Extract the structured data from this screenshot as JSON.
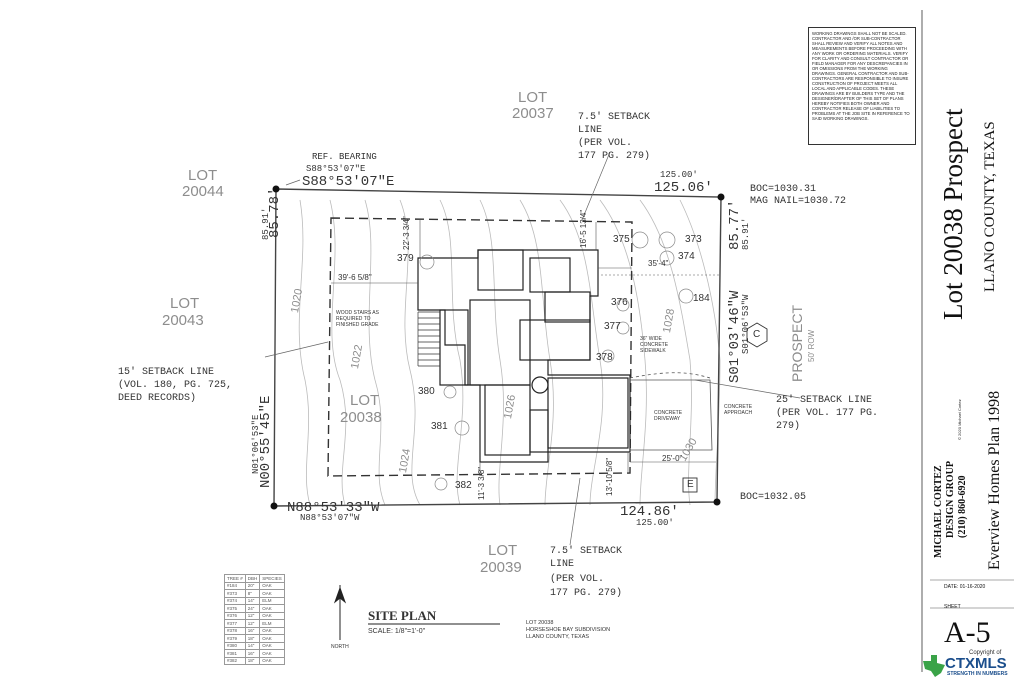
{
  "lots": {
    "north": {
      "label": "LOT",
      "number": "20037"
    },
    "west_upper": {
      "label": "LOT",
      "number": "20044"
    },
    "west_lower": {
      "label": "LOT",
      "number": "20043"
    },
    "subject": {
      "label": "LOT",
      "number": "20038"
    },
    "south": {
      "label": "LOT",
      "number": "20039"
    }
  },
  "bearings": {
    "ref_bearing_title": "REF. BEARING",
    "ref_bearing_value": "S88°53'07\"E",
    "north_line": "S88°53'07\"E",
    "north_dist": "125.06'",
    "north_dist_record": "125.00'",
    "west_dist": "85.78'",
    "west_dist_record": "85.91'",
    "west_line": "N00°55'45\"E",
    "west_line_record": "N01°06'53\"E",
    "south_line": "N88°53'33\"W",
    "south_line_record": "N88°53'07\"W",
    "south_dist": "124.86'",
    "south_dist_record": "125.00'",
    "east_line": "S01°03'46\"W",
    "east_line_record": "S01°06'53\"W",
    "east_dist": "85.77'",
    "east_dist_record": "85.91'"
  },
  "boc": {
    "ne_boc": "BOC=1030.31",
    "ne_mag": "MAG NAIL=1030.72",
    "se_boc": "BOC=1032.05"
  },
  "setbacks": {
    "north_l1": "7.5' SETBACK",
    "north_l2": "LINE",
    "north_l3": "(PER VOL.",
    "north_l4": "177 PG. 279)",
    "west_l1": "15' SETBACK LINE",
    "west_l2": "(VOL. 180, PG. 725,",
    "west_l3": "DEED RECORDS)",
    "east_l1": "25' SETBACK LINE",
    "east_l2": "(PER VOL. 177 PG.",
    "east_l3": "279)",
    "south_l1": "7.5' SETBACK",
    "south_l2": "LINE",
    "south_l3": "(PER VOL.",
    "south_l4": "177 PG. 279)"
  },
  "street": {
    "name": "PROSPECT",
    "row": "50' ROW"
  },
  "dims": {
    "d1": "39'-6 5/8\"",
    "d2": "22'-3 3/4\"",
    "d3": "16'-5 13/4\"",
    "d4": "35'-4\"",
    "d5": "25'-0\"",
    "d6": "11'-3 3/8\"",
    "d7": "13'-10 5/8\""
  },
  "tree_tags": [
    "379",
    "375",
    "373",
    "374",
    "376",
    "184",
    "377",
    "378",
    "380",
    "381",
    "382"
  ],
  "contours": [
    "1020",
    "1022",
    "1024",
    "1026",
    "1028",
    "1030"
  ],
  "plan_notes": {
    "wood_stairs": "WOOD STAIRS AS REQUIRED TO FINISHED GRADE",
    "sidewalk": "36\" WIDE CONCRETE SIDEWALK",
    "driveway": "CONCRETE DRIVEWAY",
    "approach": "CONCRETE APPROACH",
    "e_marker": "E",
    "c_marker": "C"
  },
  "title_block": {
    "title": "SITE PLAN",
    "scale": "SCALE: 1/8\"=1'-0\"",
    "north": "NORTH",
    "lot_note_1": "LOT 20038",
    "lot_note_2": "HORSESHOE BAY SUBDIVISION",
    "lot_note_3": "LLANO COUNTY, TEXAS"
  },
  "tree_table": {
    "headers": [
      "TREE #",
      "DBH",
      "SPECIES"
    ],
    "rows": [
      [
        "#184",
        "20\"",
        "OAK"
      ],
      [
        "#373",
        "8\"",
        "OAK"
      ],
      [
        "#374",
        "14\"",
        "ELM"
      ],
      [
        "#375",
        "24\"",
        "OAK"
      ],
      [
        "#376",
        "12\"",
        "OAK"
      ],
      [
        "#377",
        "12\"",
        "ELM"
      ],
      [
        "#378",
        "16\"",
        "OAK"
      ],
      [
        "#379",
        "18\"",
        "OAK"
      ],
      [
        "#380",
        "14\"",
        "OAK"
      ],
      [
        "#381",
        "16\"",
        "OAK"
      ],
      [
        "#382",
        "18\"",
        "OAK"
      ]
    ]
  },
  "right_panel": {
    "disclaimer": "WORKING DRAWINGS SHALL NOT BE SCALED. CONTRACTOR AND /OR SUB-CONTRACTOR SHALL REVIEW AND VERIFY ALL NOTES AND MEASUREMENTS BEFORE PROCEEDING WITH ANY WORK OR ORDERING MATERIALS. VERIFY FOR CLARITY AND CONSULT CONTRACTOR OR FIELD MANAGER FOR ANY DESCREPANCIES IN OR OMISSIONS FROM THE WORKING DRAWINGS. GENERAL CONTRACTOR AND SUB-CONTRACTORS ARE RESPONSIBLE TO INSURE CONSTRUCTION OF PROJECT MEETS ALL LOCAL AND APPLICABLE CODES. THESE DRAWINGS ARE BY BUILDERS TYPE AND THE DESIGNER/DRAFTER OF THIS SET OF PLANS HEREBY NOTIFIES BOTH OWNER AND CONTRACTOR RELEASE OF LIABILITIES TO PROBLEMS AT THE JOB SITE IN REFERENCE TO SAID WORKING DRAWINGS.",
    "project_title": "Lot 20038 Prospect",
    "county": "LLANO COUNTY, TEXAS",
    "plan_name": "Everview Homes Plan 1998",
    "designer_1": "MICHAEL CORTEZ",
    "designer_2": "DESIGN GROUP",
    "phone": "(210) 860-6920",
    "copyright": "© 2020 Michael Cortez",
    "date_label": "DATE: 01-16-2020",
    "sheet_label": "SHEET",
    "sheet_number": "A-5"
  },
  "watermark": {
    "copyright_of": "Copyright of",
    "brand": "CTXMLS",
    "tagline": "STRENGTH IN NUMBERS"
  }
}
